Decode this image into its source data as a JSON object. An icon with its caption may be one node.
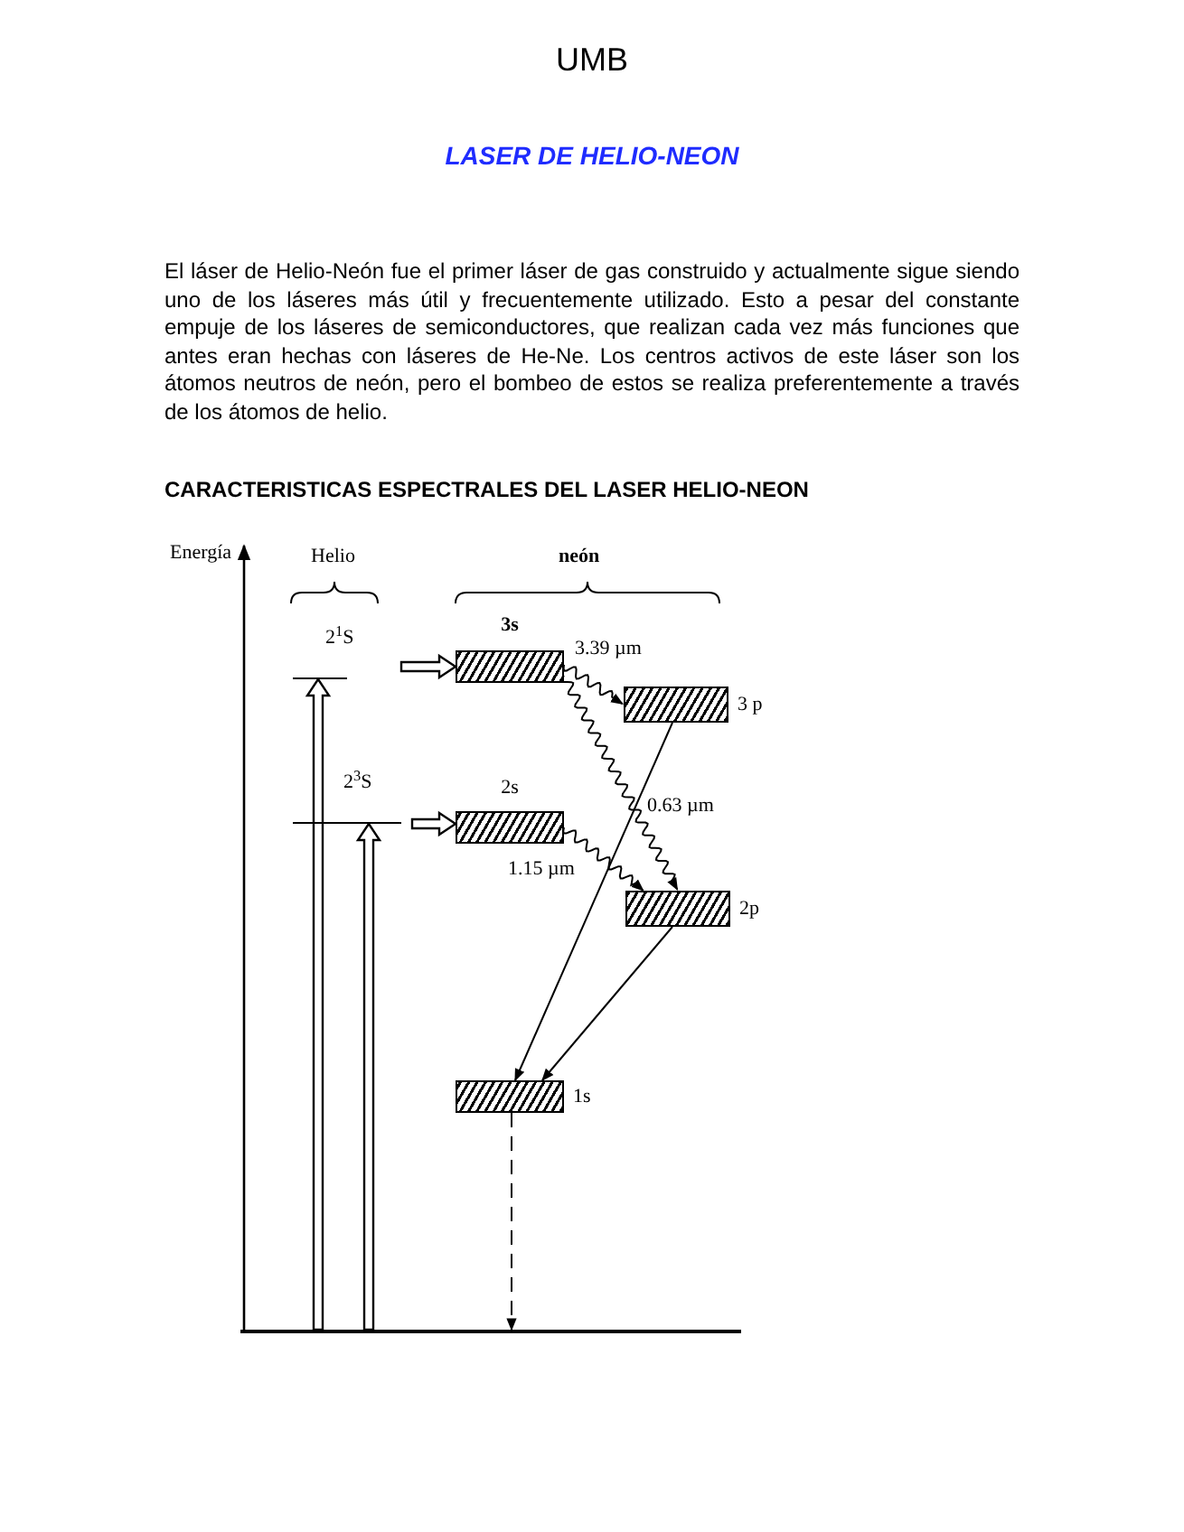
{
  "diagram": {
    "title": "LASER DE HELIO-NEON",
    "nodes": [
      {
        "text": [
          "2$^{1}$S"
        ]
      },
      {
        "text": [
          "2$^{3}$S"
        ]
      },
      {
        "text": [
          "3s"
        ]
      },
      {
        "text": [
          "3 p"
        ]
      },
      {
        "text": [
          "2s"
        ]
      },
      {
        "text": [
          "2p"
        ]
      },
      {
        "text": [
          "1s"
        ]
      },
      {
        "text": [],
        "shape": "bar"
      }
    ],
    "edges": [
      {
        "from": 7,
        "to": 0,
        "arrow": "to",
        "style": "thick"
      },
      {
        "from": 7,
        "to": 1,
        "arrow": "to",
        "style": "thick"
      },
      {
        "from": 0,
        "to": 2,
        "arrow": "to",
        "style": "thick"
      },
      {
        "from": 1,
        "to": 4,
        "arrow": "to",
        "style": "thick"
      },
      {
        "from": 2,
        "to": 3,
        "arrow": "to",
        "label": "3.39 µm"
      },
      {
        "from": 2,
        "to": 5,
        "arrow": "to",
        "label": "0.63 µm"
      },
      {
        "from": 4,
        "to": 5,
        "arrow": "to",
        "label": "1.15 µm"
      },
      {
        "from": 3,
        "to": 6,
        "arrow": "to"
      },
      {
        "from": 5,
        "to": 6,
        "arrow": "to"
      },
      {
        "from": 6,
        "to": 7,
        "arrow": "to",
        "style": "dashed"
      }
    ],
    "labels": [
      "UMB",
      "El láser de Helio-Neón fue el primer láser de gas construido y actualmente sigue siendo uno de los láseres más útil y frecuentemente utilizado. Esto a pesar del constante empuje de los láseres de semiconductores, que realizan cada vez más funciones que antes eran hechas con láseres de He-Ne. Los centros activos de este láser son los átomos neutros de neón, pero el bombeo de estos se realiza preferentemente a través de los átomos de helio.",
      "CARACTERISTICAS ESPECTRALES DEL LASER HELIO-NEON",
      "Energía",
      "Helio",
      "neón"
    ]
  }
}
